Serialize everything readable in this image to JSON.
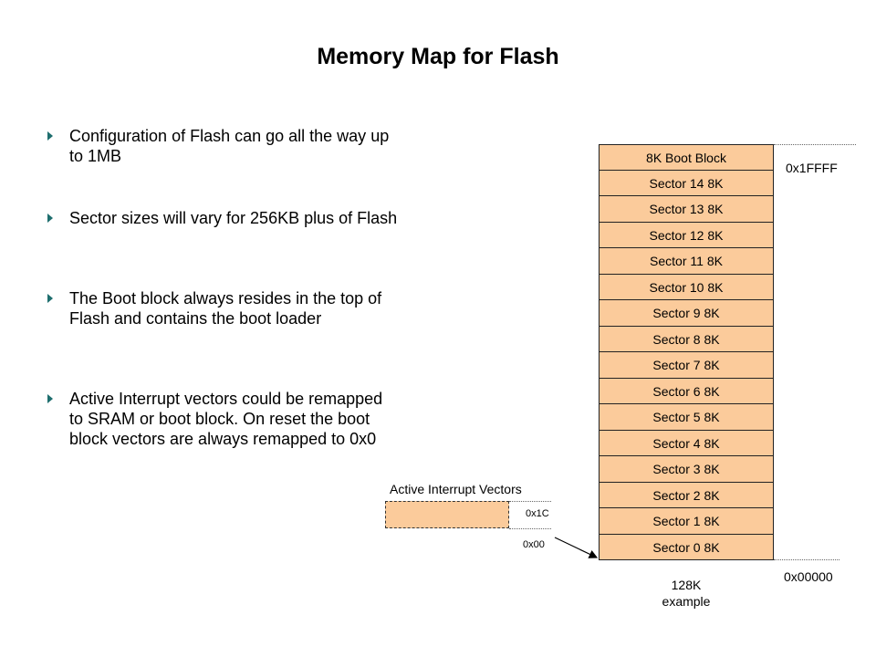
{
  "title": "Memory Map for Flash",
  "bullets": [
    {
      "text": "Configuration of Flash can go all the way up to 1MB"
    },
    {
      "text": "Sector sizes will vary for 256KB plus of Flash"
    },
    {
      "text": "The Boot block always resides in the top of Flash and contains the boot loader"
    },
    {
      "text": "Active Interrupt vectors could be remapped to SRAM or boot block. On reset the boot block vectors are always remapped to 0x0"
    }
  ],
  "memory_map": {
    "blocks": [
      "8K Boot Block",
      "Sector 14  8K",
      "Sector 13  8K",
      "Sector 12  8K",
      "Sector 11  8K",
      "Sector 10  8K",
      "Sector 9  8K",
      "Sector 8  8K",
      "Sector 7  8K",
      "Sector 6  8K",
      "Sector 5 8K",
      "Sector 4  8K",
      "Sector 3  8K",
      "Sector 2  8K",
      "Sector 1  8K",
      "Sector 0 8K"
    ],
    "top_address": "0x1FFFF",
    "bottom_address": "0x00000",
    "caption_line1": "128K",
    "caption_line2": "example"
  },
  "vectors": {
    "label": "Active Interrupt  Vectors",
    "top_address": "0x1C",
    "bottom_address": "0x00"
  },
  "colors": {
    "block_fill": "#fbcb9b",
    "bullet": "#1e6e6e"
  }
}
